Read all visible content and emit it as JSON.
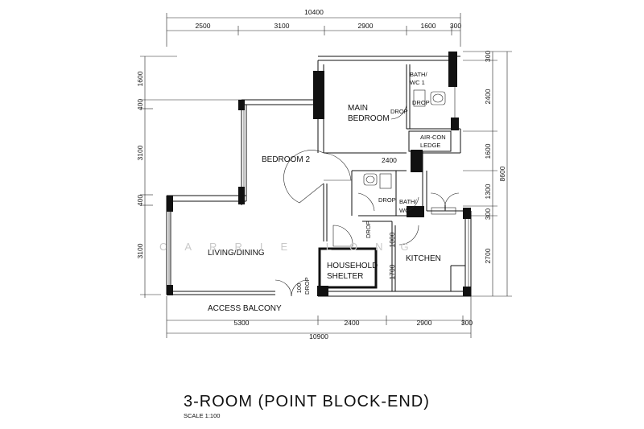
{
  "title": "3-ROOM (POINT BLOCK-END)",
  "scale": "SCALE 1:100",
  "watermark": "CARRIE LONG",
  "dimensions": {
    "top_total": "10400",
    "top": [
      "2500",
      "3100",
      "2900",
      "1600",
      "300"
    ],
    "bottom": [
      "5300",
      "2400",
      "2900",
      "300"
    ],
    "bottom_total": "10900",
    "left": [
      "1600",
      "400",
      "3100",
      "400",
      "3100"
    ],
    "right": [
      "300",
      "2400",
      "1600",
      "1300",
      "300",
      "2700"
    ],
    "right_total": "8600",
    "interior": [
      "2400",
      "1000",
      "1700",
      "100"
    ]
  },
  "rooms": {
    "main_bedroom": [
      "MAIN",
      "BEDROOM"
    ],
    "bedroom2": "BEDROOM 2",
    "living": "LIVING/DINING",
    "kitchen": "KITCHEN",
    "shelter": [
      "HOUSEHOLD",
      "SHELTER"
    ],
    "bath1": [
      "BATH/",
      "WC 1"
    ],
    "bath2": [
      "BATH/",
      "WC 2"
    ],
    "aircon": [
      "AIR-CON",
      "LEDGE"
    ],
    "balcony": "ACCESS BALCONY"
  },
  "drop": "DROP"
}
